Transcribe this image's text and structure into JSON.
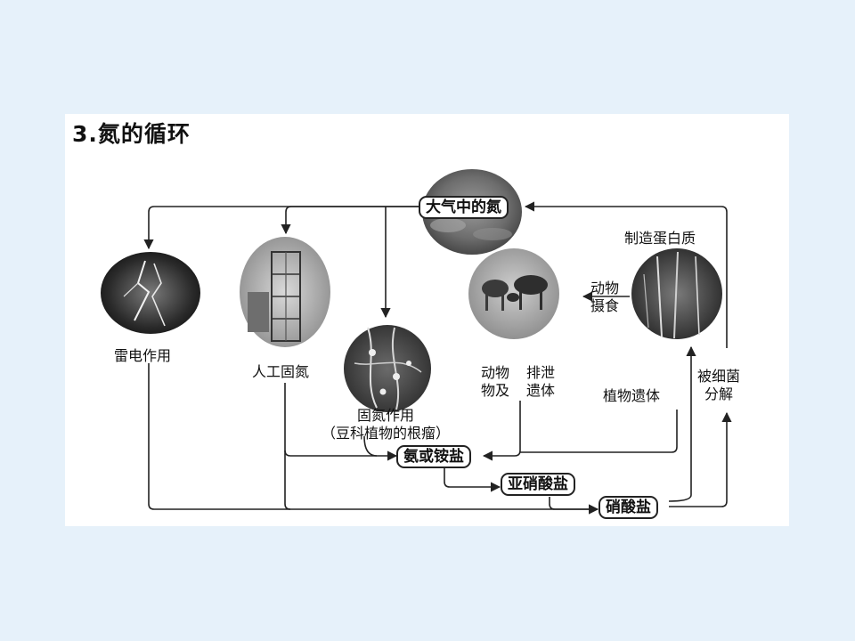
{
  "title": "3.氮的循环",
  "nodes": {
    "atmosphere": "大气中的氮",
    "ammonia": "氨或铵盐",
    "nitrite": "亚硝酸盐",
    "nitrate": "硝酸盐"
  },
  "labels": {
    "lightning": "雷电作用",
    "industrial": "人工固氮",
    "fixation_line1": "固氮作用",
    "fixation_line2": "（豆科植物的根瘤）",
    "protein": "制造蛋白质",
    "animal_eat_1": "动物",
    "animal_eat_2": "摄食",
    "waste_a1": "动物",
    "waste_a2": "物及",
    "waste_b1": "排泄",
    "waste_b2": "遗体",
    "plant_remains": "植物遗体",
    "bacteria_1": "被细菌",
    "bacteria_2": "分解"
  },
  "images": {
    "atmosphere": "clouds-photo",
    "lightning": "lightning-photo",
    "industrial": "factory-tower-photo",
    "nodules": "root-nodules-photo",
    "cattle": "cattle-photo",
    "forest": "forest-photo"
  }
}
